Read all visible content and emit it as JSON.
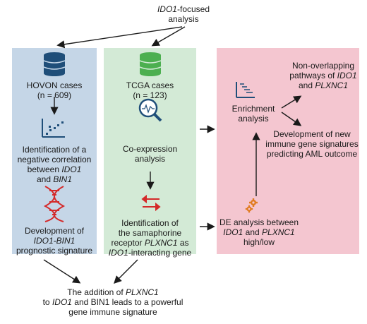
{
  "top": {
    "line1_italic": "IDO1",
    "line1_rest": "-focused",
    "line2": "analysis"
  },
  "hovon": {
    "title": "HOVON cases",
    "count": "(n = 609)",
    "finding_line1": "Identification of a",
    "finding_line2": "negative correlation",
    "finding_line3_pre": "between ",
    "finding_line3_italic": "IDO1",
    "finding_line4_pre": "and ",
    "finding_line4_italic": "BIN1",
    "signature_line1": "Development of",
    "signature_line2_italic": "IDO1-BIN1",
    "signature_line3": "prognostic signature"
  },
  "tcga": {
    "title": "TCGA cases",
    "count": "(n = 123)",
    "coexp_line1": "Co-expression",
    "coexp_line2": "analysis",
    "ident_line1": "Identification of",
    "ident_line2": "the samaphorine",
    "ident_line3_pre": "receptor ",
    "ident_line3_italic": "PLXNC1",
    "ident_line3_post": " as",
    "ident_line4_italic": "IDO1",
    "ident_line4_post": "-interacting gene"
  },
  "enrichment": {
    "label_line1": "Enrichment",
    "label_line2": "analysis",
    "nonover_line1": "Non-overlapping",
    "nonover_line2_pre": "pathways of ",
    "nonover_line2_italic": "IDO1",
    "nonover_line3_pre": "and ",
    "nonover_line3_italic": "PLXNC1",
    "dev_line1": "Development of new",
    "dev_line2": "immune gene signatures",
    "dev_line3": "predicting AML outcome",
    "de_line1": "DE analysis between",
    "de_line2_italic_a": "IDO1",
    "de_line2_mid": " and ",
    "de_line2_italic_b": "PLXNC1",
    "de_line3": "high/low"
  },
  "bottom": {
    "line1_pre": "The addition of ",
    "line1_italic": "PLXNC1",
    "line2_pre": "to ",
    "line2_italic": "IDO1",
    "line2_post": " and BIN1 leads to a powerful",
    "line3": "gene immune signature"
  },
  "colors": {
    "blue_panel": "#c5d6e7",
    "green_panel": "#d3ead6",
    "pink_panel": "#f4c6d0",
    "db_blue": "#1f4e79",
    "db_green": "#4caf50",
    "dna_red": "#d42a2a",
    "gear_orange": "#e07b1f"
  }
}
